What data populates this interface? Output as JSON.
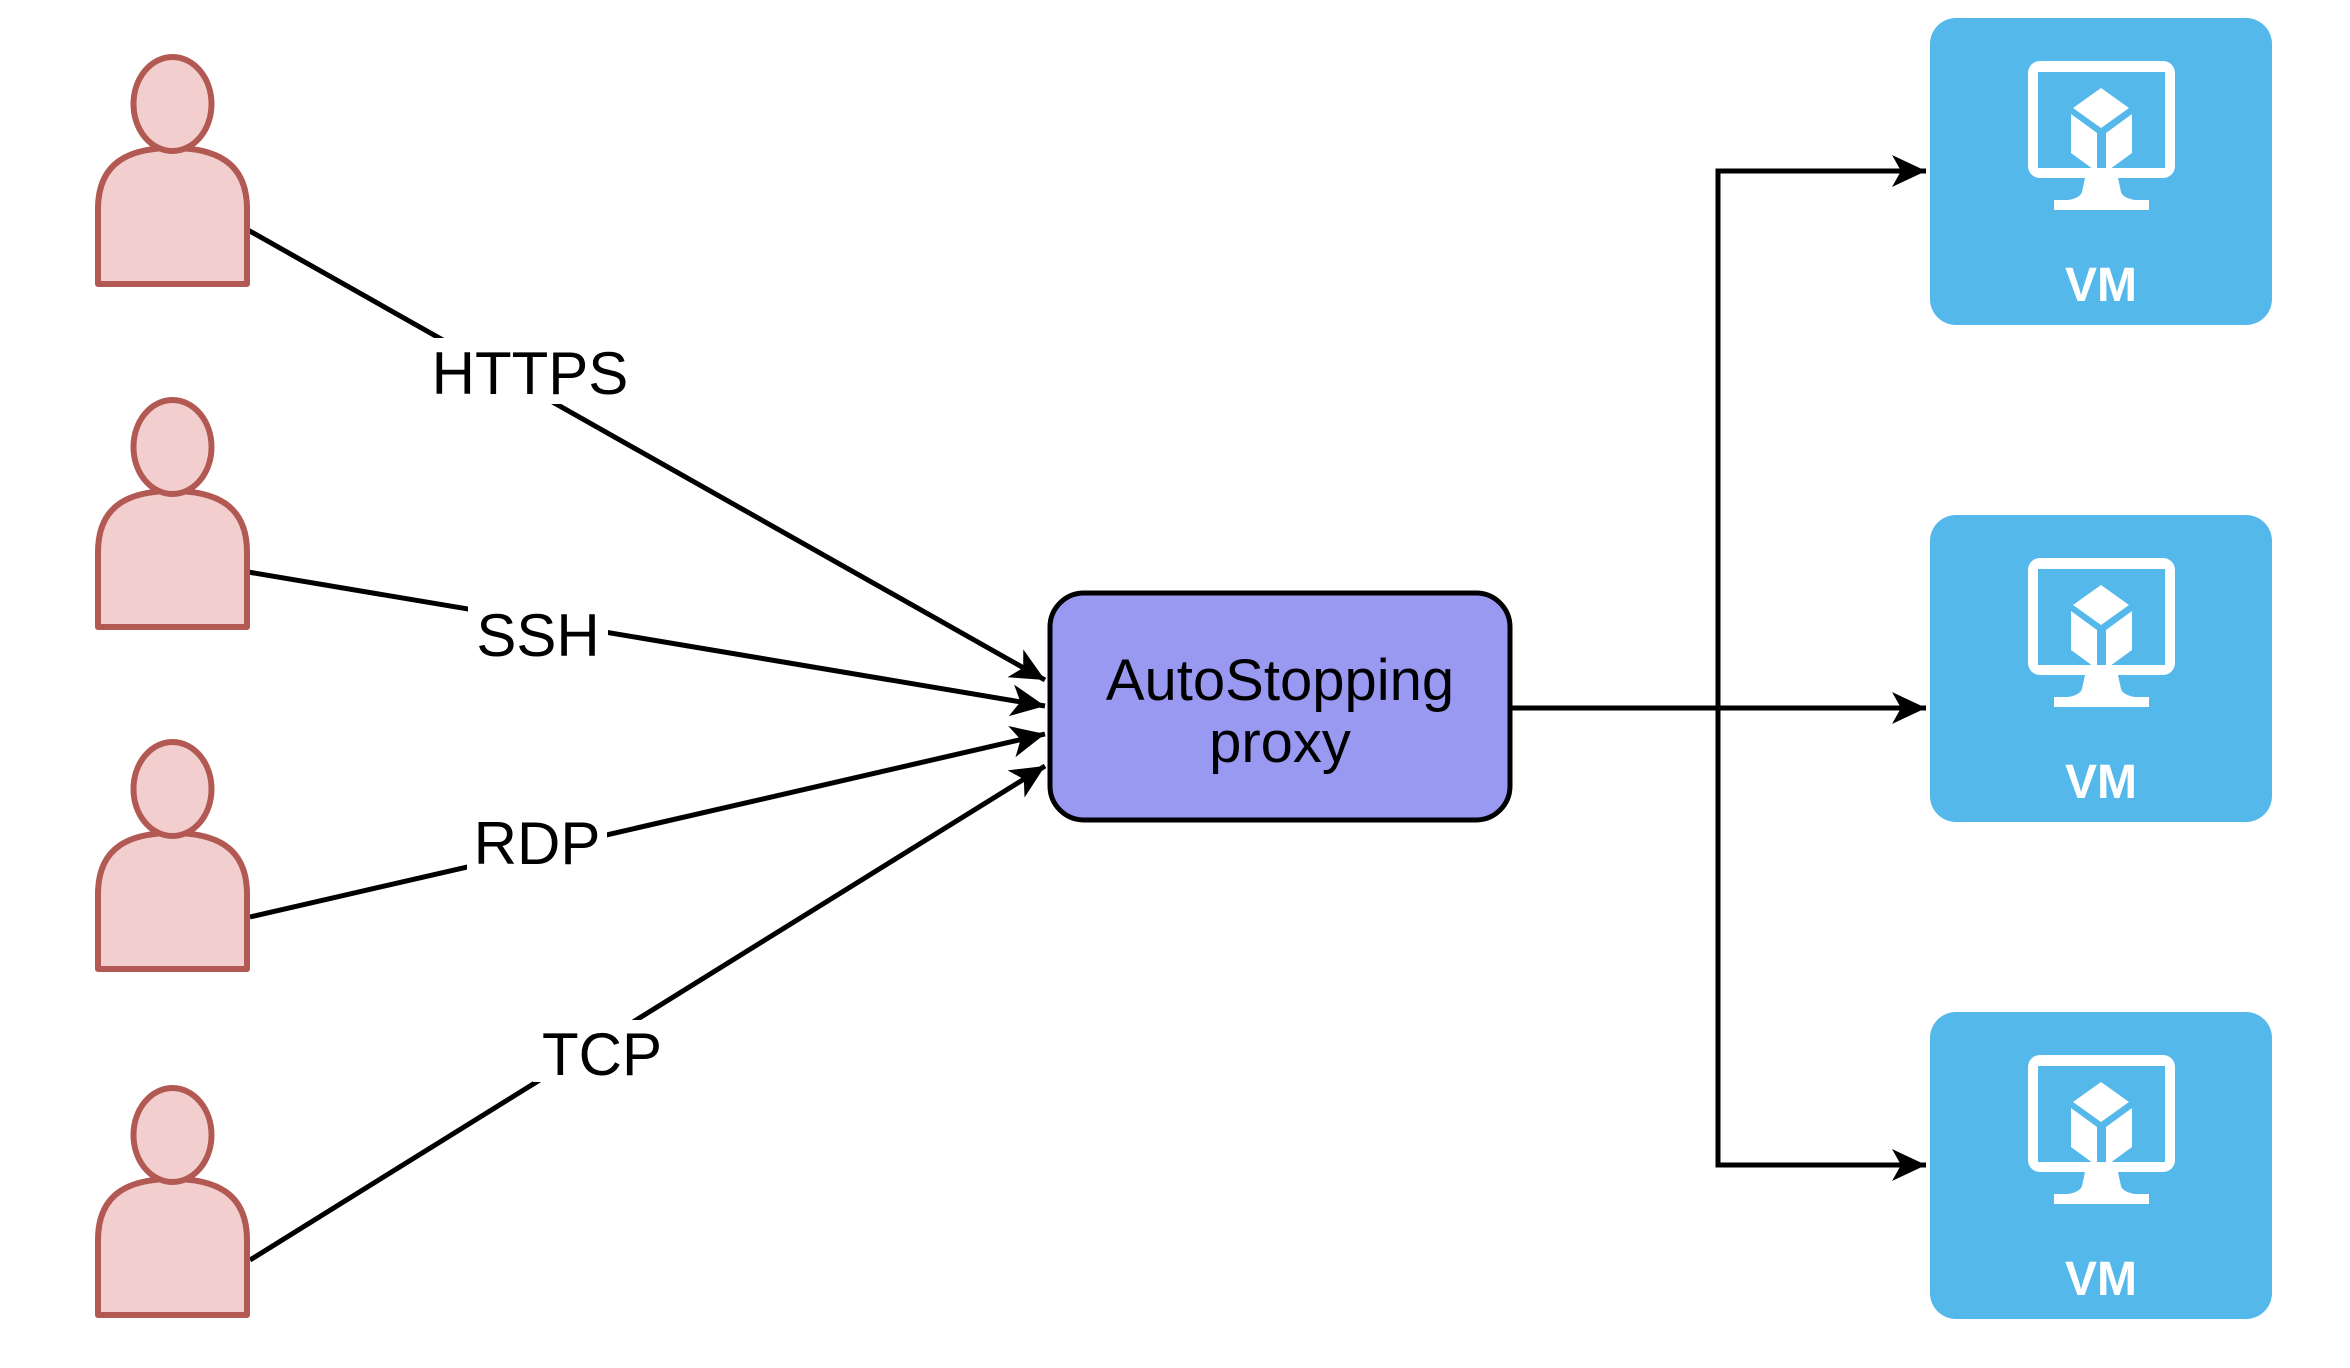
{
  "diagram": {
    "protocols": [
      "HTTPS",
      "SSH",
      "RDP",
      "TCP"
    ],
    "proxy": {
      "line1": "AutoStopping",
      "line2": "proxy"
    },
    "vms": [
      {
        "label": "VM"
      },
      {
        "label": "VM"
      },
      {
        "label": "VM"
      }
    ],
    "colors": {
      "background": "#FFFFFF",
      "connector": "#000000",
      "label_text": "#000000",
      "user_fill": "#F2CFCE",
      "user_stroke": "#B25954",
      "proxy_fill": "#9999F2",
      "proxy_stroke": "#000000",
      "vm_fill": "#54B8EA",
      "icon_white": "#FFFFFF"
    }
  }
}
